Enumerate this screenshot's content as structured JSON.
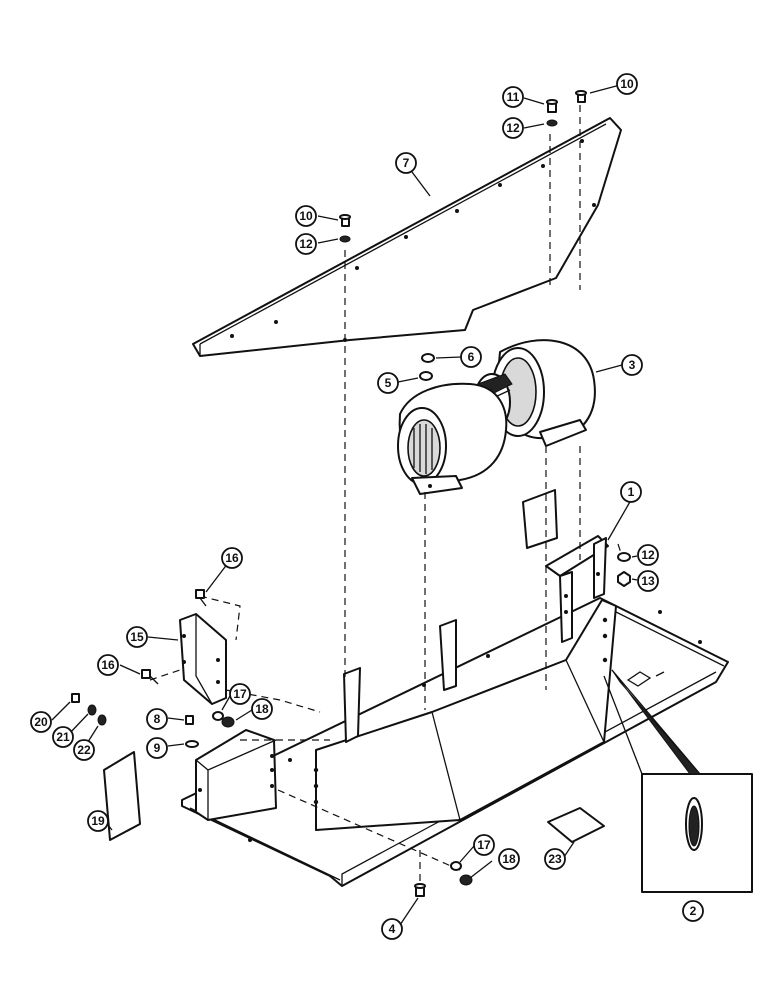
{
  "diagram": {
    "callouts": [
      "1",
      "2",
      "3",
      "4",
      "5",
      "6",
      "7",
      "8",
      "9",
      "10",
      "10",
      "11",
      "12",
      "12",
      "12",
      "13",
      "15",
      "16",
      "16",
      "17",
      "17",
      "18",
      "18",
      "19",
      "20",
      "21",
      "22",
      "23"
    ],
    "ink_color": "#111111",
    "background": "#ffffff"
  }
}
